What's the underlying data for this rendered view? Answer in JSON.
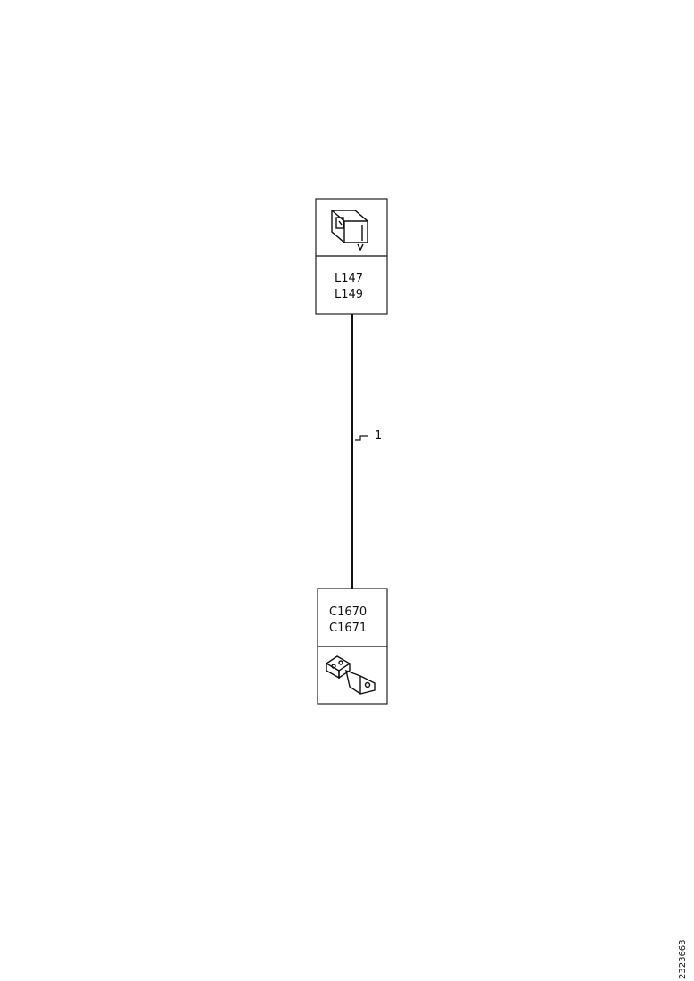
{
  "top_component": {
    "icon": "light-unit-icon",
    "labels": [
      "L147",
      "L149"
    ]
  },
  "wire": {
    "callout": "1"
  },
  "bottom_component": {
    "icon": "connector-icon",
    "labels": [
      "C1670",
      "C1671"
    ]
  },
  "reference_code": "2323663"
}
